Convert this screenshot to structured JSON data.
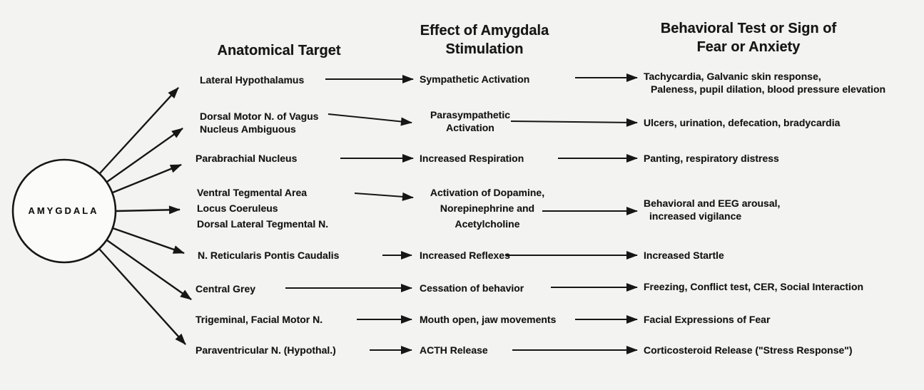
{
  "diagram": {
    "node_label": "AMYGDALA",
    "columns": {
      "anatomical_target": "Anatomical Target",
      "effect": {
        "line1": "Effect of Amygdala",
        "line2": "Stimulation"
      },
      "behavior": {
        "line1": "Behavioral Test or Sign of",
        "line2": "Fear or Anxiety"
      }
    },
    "rows": [
      {
        "target": [
          "Lateral Hypothalamus"
        ],
        "effect": [
          "Sympathetic Activation"
        ],
        "behavior": [
          "Tachycardia, Galvanic skin response,",
          "Paleness, pupil dilation, blood pressure elevation"
        ]
      },
      {
        "target": [
          "Dorsal Motor N. of Vagus",
          "Nucleus Ambiguous"
        ],
        "effect": [
          "Parasympathetic",
          "Activation"
        ],
        "behavior": [
          "Ulcers, urination, defecation, bradycardia"
        ]
      },
      {
        "target": [
          "Parabrachial Nucleus"
        ],
        "effect": [
          "Increased Respiration"
        ],
        "behavior": [
          "Panting, respiratory distress"
        ]
      },
      {
        "target": [
          "Ventral Tegmental Area",
          "Locus Coeruleus",
          "Dorsal Lateral Tegmental N."
        ],
        "effect": [
          "Activation of Dopamine,",
          "Norepinephrine and",
          "Acetylcholine"
        ],
        "behavior": [
          "Behavioral and EEG arousal,",
          "increased vigilance"
        ]
      },
      {
        "target": [
          "N. Reticularis Pontis Caudalis"
        ],
        "effect": [
          "Increased Reflexes"
        ],
        "behavior": [
          "Increased Startle"
        ]
      },
      {
        "target": [
          "Central Grey"
        ],
        "effect": [
          "Cessation of behavior"
        ],
        "behavior": [
          "Freezing, Conflict test, CER, Social Interaction"
        ]
      },
      {
        "target": [
          "Trigeminal, Facial Motor N."
        ],
        "effect": [
          "Mouth open, jaw movements"
        ],
        "behavior": [
          "Facial Expressions of Fear"
        ]
      },
      {
        "target": [
          "Paraventricular N. (Hypothal.)"
        ],
        "effect": [
          "ACTH Release"
        ],
        "behavior": [
          "Corticosteroid Release (\"Stress Response\")"
        ]
      }
    ],
    "colors": {
      "ink": "#161616",
      "background": "#f3f3f1",
      "node_fill": "#fbfbf9"
    }
  }
}
